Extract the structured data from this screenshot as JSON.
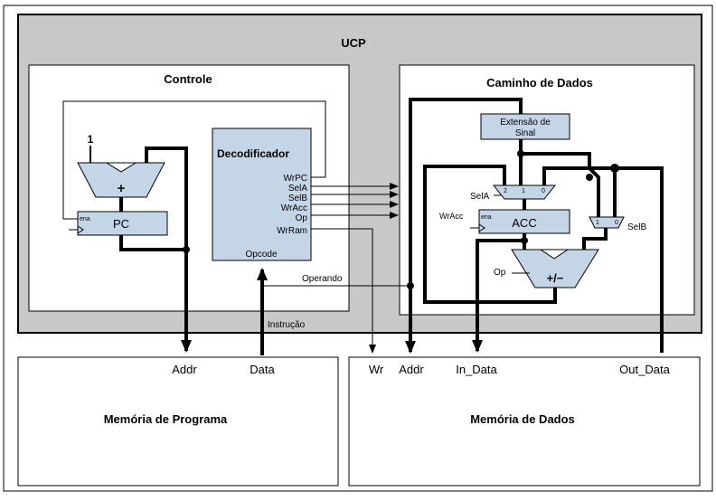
{
  "cpu": {
    "title": "UCP"
  },
  "control": {
    "title": "Controle"
  },
  "pc": {
    "label": "PC",
    "ena": "ena",
    "const_one": "1",
    "adder": "+"
  },
  "decoder": {
    "title": "Decodificador",
    "outputs": [
      "WrPC",
      "SelA",
      "SelB",
      "WrAcc",
      "Op",
      "WrRam"
    ],
    "opcode": "Opcode"
  },
  "datapath": {
    "title": "Caminho de Dados",
    "sign_extend": [
      "Extensão de",
      "Sinal"
    ],
    "acc": {
      "label": "ACC",
      "ena": "ena"
    },
    "mux_a": {
      "label": "SelA",
      "in2": "2",
      "in1": "1",
      "in0": "0"
    },
    "mux_b": {
      "label": "SelB",
      "in1": "1",
      "in0": "0"
    },
    "alu": {
      "label": "+/−",
      "op": "Op"
    },
    "wracc": "WrAcc"
  },
  "signals": {
    "operando": "Operando",
    "instrucao": "Instrução"
  },
  "program_memory": {
    "title": "Memória de Programa",
    "ports": [
      "Addr",
      "Data"
    ]
  },
  "data_memory": {
    "title": "Memória de Dados",
    "ports": [
      "Wr",
      "Addr",
      "In_Data",
      "Out_Data"
    ]
  },
  "colors": {
    "cpu_fill": "#c8c8c8",
    "block_fill": "#ffffff",
    "unit_fill": "#c5d5e8",
    "wire": "#000000"
  }
}
